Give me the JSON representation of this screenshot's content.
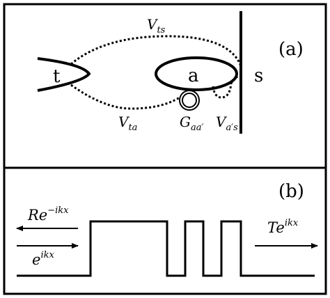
{
  "panel_a": {
    "label": "(a)",
    "tip_label": "t",
    "atom_label": "a",
    "surface_label": "s",
    "coupling_ts": {
      "symbol": "V",
      "subscript": "ts"
    },
    "coupling_ta": {
      "symbol": "V",
      "subscript": "ta"
    },
    "green_function": {
      "symbol": "G",
      "subscript": "aa′"
    },
    "coupling_as": {
      "symbol": "V",
      "subscript": "a′s"
    }
  },
  "panel_b": {
    "label": "(b)",
    "reflected_wave": {
      "coef": "Re",
      "exponent": "−ikx"
    },
    "incident_wave": {
      "coef": "e",
      "exponent": "ikx"
    },
    "transmitted_wave": {
      "coef": "Te",
      "exponent": "ikx"
    }
  },
  "colors": {
    "ink": "#000000",
    "background": "#ffffff"
  }
}
